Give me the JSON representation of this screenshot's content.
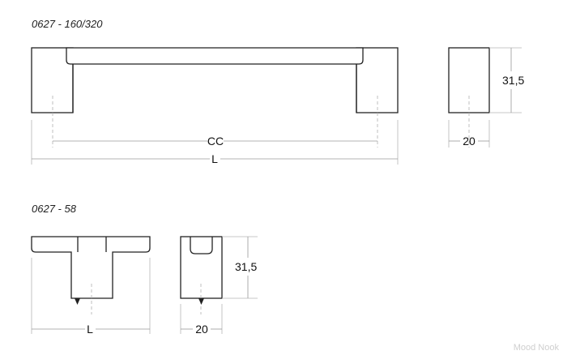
{
  "top_view": {
    "title": "0627 - 160/320",
    "dim_cc": "CC",
    "dim_l": "L",
    "dim_height": "31,5",
    "dim_width": "20"
  },
  "bottom_view": {
    "title": "0627 - 58",
    "dim_l": "L",
    "dim_height": "31,5",
    "dim_width": "20"
  },
  "watermark": "Mood Nook"
}
